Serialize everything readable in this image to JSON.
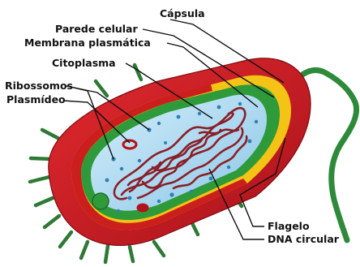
{
  "diagram": {
    "labels": {
      "capsula": "Cápsula",
      "parede_celular": "Parede celular",
      "membrana_plasmatica": "Membrana plasmática",
      "citoplasma": "Citoplasma",
      "ribossomos": "Ribossomos",
      "plasmideo": "Plasmídeo",
      "flagelo": "Flagelo",
      "dna_circular": "DNA circular"
    },
    "colors": {
      "capsule": "#c8161d",
      "cell_wall": "#f3c316",
      "membrane": "#2e9a3a",
      "cytoplasm": "#a9d8ef",
      "dna": "#8a1f28",
      "flagellum": "#2e8a3a",
      "pili": "#2e7a35",
      "ribosome": "#2f7fb4",
      "plasmid": "#b3121a"
    }
  }
}
